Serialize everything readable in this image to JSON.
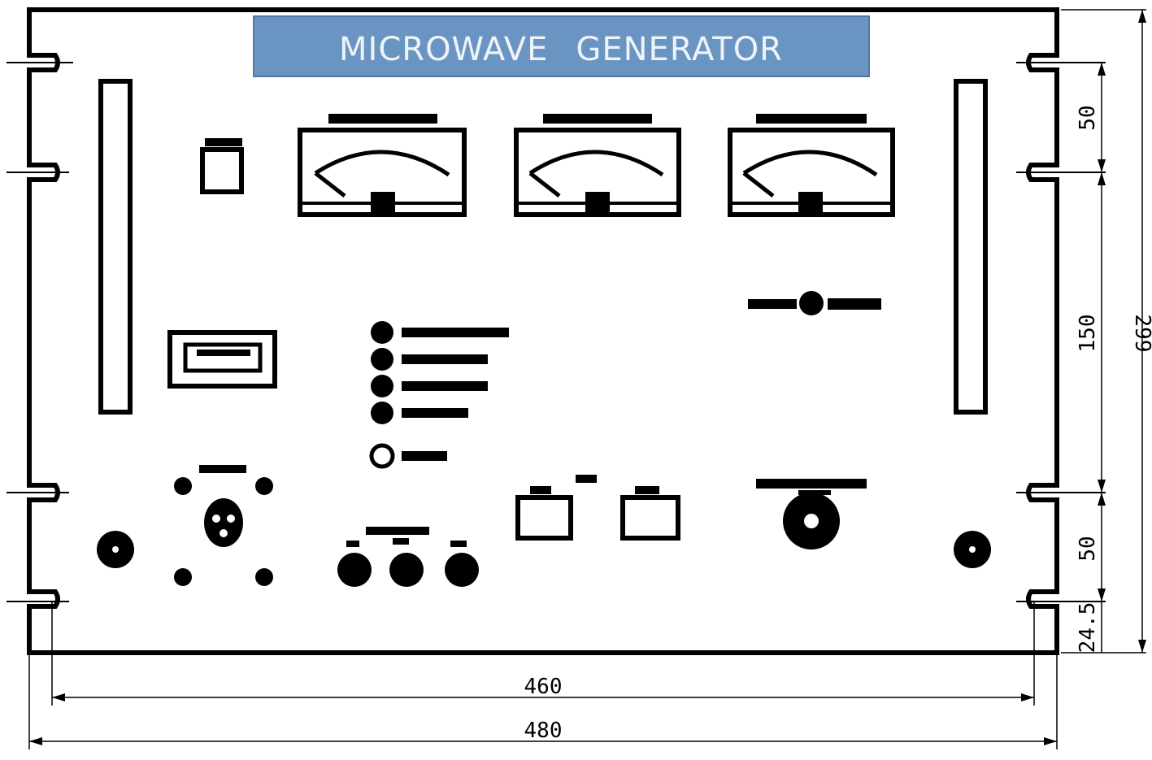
{
  "title": {
    "part1": "MICROWAVE",
    "part2": "GENERATOR"
  },
  "dimensions": {
    "inner_width": "460",
    "outer_width": "480",
    "upper_spacing": "50",
    "middle_spacing": "150",
    "lower_spacing": "50",
    "bottom_offset": "24.5",
    "total_height": "299"
  },
  "colors": {
    "title_background": "#6a95c2",
    "title_text": "#eef3f8",
    "line": "#000000"
  }
}
